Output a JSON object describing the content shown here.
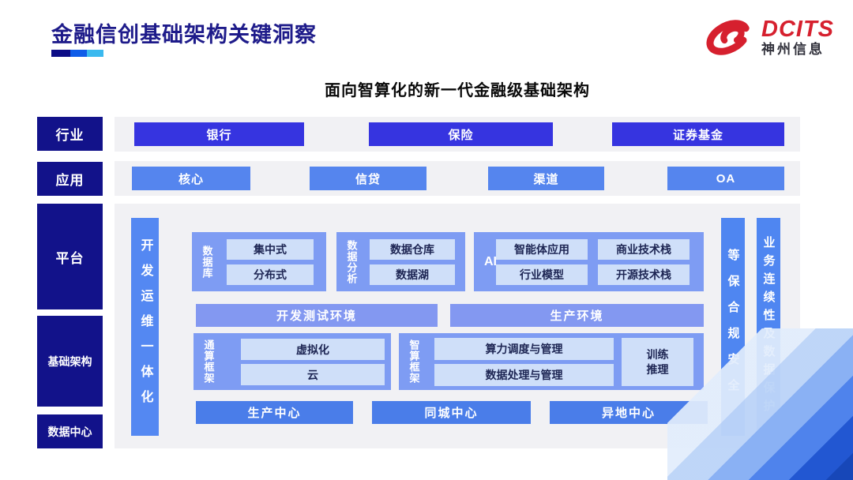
{
  "header": {
    "title": "金融信创基础架构关键洞察",
    "brand": "DCITS",
    "company": "神州信息"
  },
  "subtitle": "面向智算化的新一代金融级基础架构",
  "side": {
    "industry": "行业",
    "application": "应用",
    "platform": "平台",
    "infrastructure": "基础架构",
    "datacenter": "数据中心"
  },
  "industry_items": [
    "银行",
    "保险",
    "证券基金"
  ],
  "app_items": [
    "核心",
    "信贷",
    "渠道",
    "OA"
  ],
  "platform": {
    "devops": "开发运维一体化",
    "security": "等保合规安全",
    "continuity": "业务连续性及数据保护",
    "database": {
      "label": "数据库",
      "items": [
        "集中式",
        "分布式"
      ]
    },
    "analytics": {
      "label": "数据分析",
      "items": [
        "数据仓库",
        "数据湖"
      ]
    },
    "ai": {
      "label": "AI",
      "items": [
        "智能体应用",
        "商业技术栈",
        "行业模型",
        "开源技术栈"
      ]
    },
    "env": [
      "开发测试环境",
      "生产环境"
    ],
    "general": {
      "label": "通算框架",
      "items": [
        "虚拟化",
        "云"
      ]
    },
    "intelligent": {
      "label": "智算框架",
      "items": [
        "算力调度与管理",
        "数据处理与管理"
      ],
      "side": "训练推理"
    },
    "centers": [
      "生产中心",
      "同城中心",
      "异地中心"
    ]
  },
  "colors": {
    "navy_label": "#12128a",
    "row1_blue": "#3634e0",
    "row2_blue": "#5585ee",
    "section_blue": "#7e9cf3",
    "light_item": "#cfdff9",
    "center_blue": "#4a7de9",
    "brand_red": "#d6202e"
  }
}
